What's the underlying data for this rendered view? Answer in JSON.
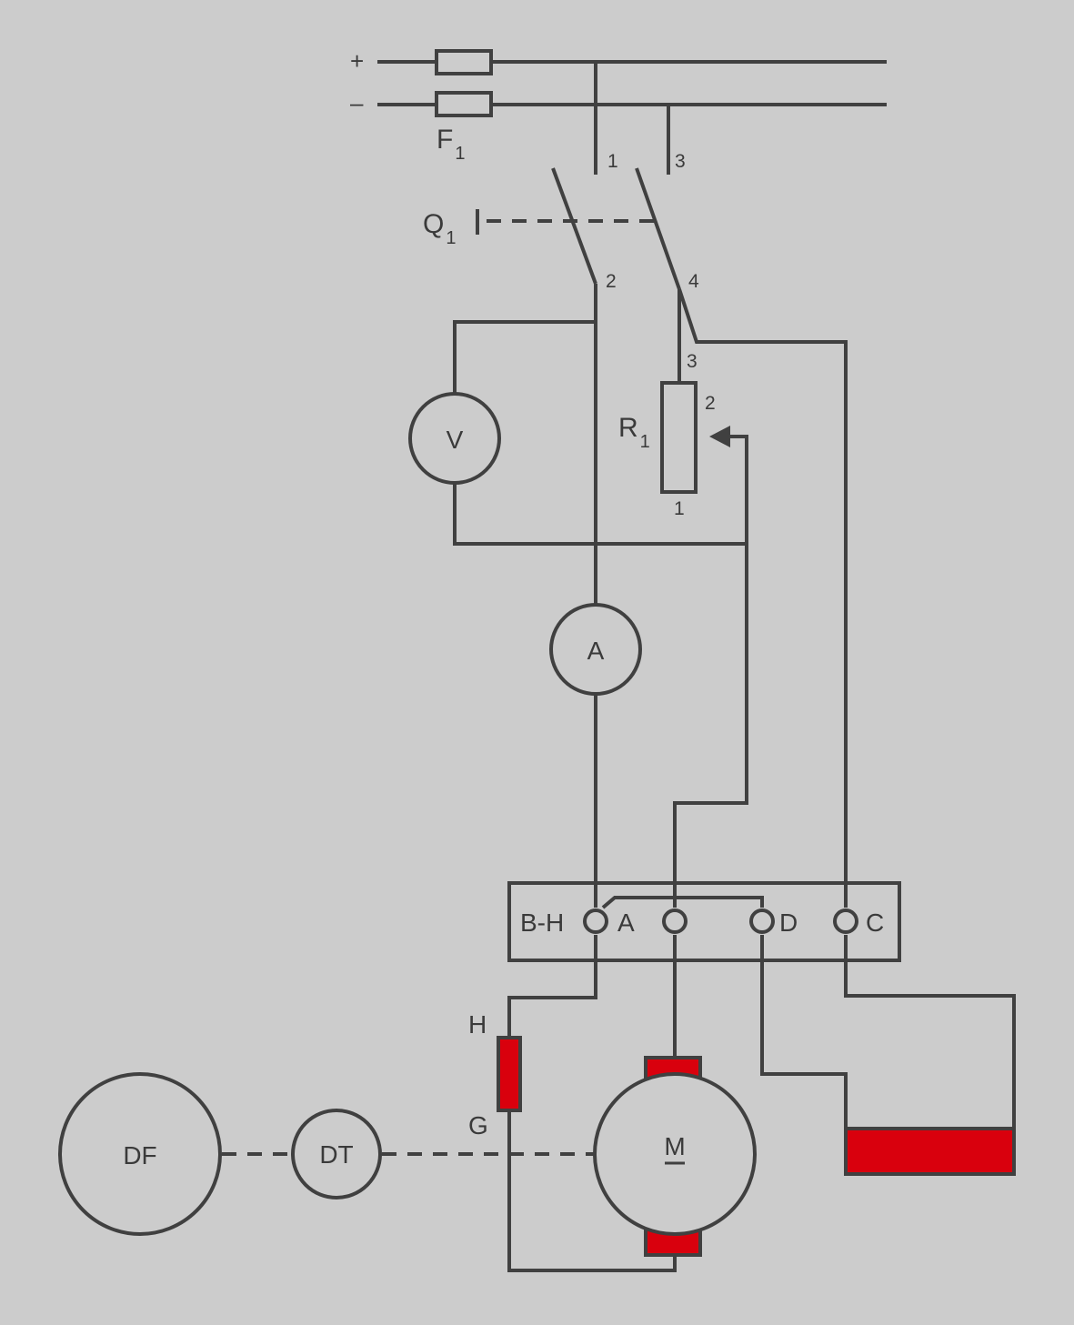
{
  "labels": {
    "plus": "+",
    "minus": "–",
    "fuse": {
      "main": "F",
      "sub": "1"
    },
    "switch": {
      "main": "Q",
      "sub": "1"
    },
    "resistor": {
      "main": "R",
      "sub": "1"
    },
    "terminals": {
      "t1": "1",
      "t2": "2",
      "t3": "3",
      "t4": "4"
    },
    "resistor_pins": {
      "p3": "3",
      "p2": "2",
      "p1": "1"
    },
    "voltmeter": "V",
    "ammeter": "A",
    "terminal_block": {
      "bh": "B-H",
      "a": "A",
      "d": "D",
      "c": "C"
    },
    "field_top": "H",
    "field_bottom": "G",
    "motor": "M",
    "df": "DF",
    "dt": "DT"
  },
  "colors": {
    "background": "#cccccc",
    "line": "#404040",
    "winding": "#d9000d"
  }
}
